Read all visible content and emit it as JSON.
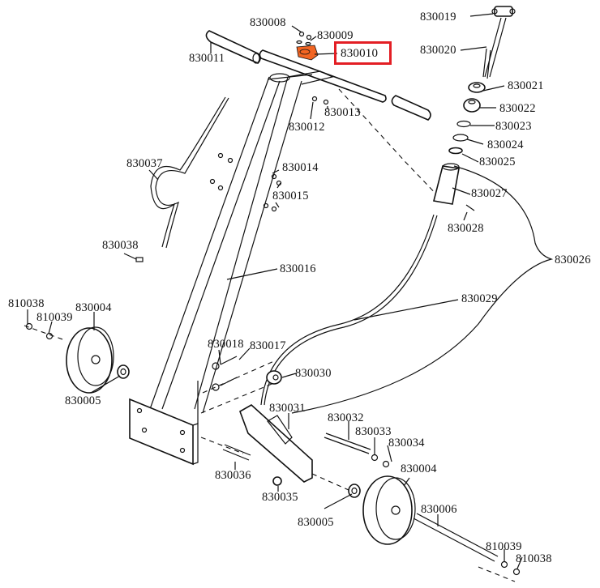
{
  "diagram": {
    "title": "",
    "highlight": {
      "part": "830010",
      "box_color": "#e31e24",
      "part_fill_color": "#f26522"
    },
    "labels": {
      "p830008": "830008",
      "p830009": "830009",
      "p830010": "830010",
      "p830011": "830011",
      "p830012": "830012",
      "p830013": "830013",
      "p830014": "830014",
      "p830015": "830015",
      "p830016": "830016",
      "p830017": "830017",
      "p830018": "830018",
      "p830019": "830019",
      "p830020": "830020",
      "p830021": "830021",
      "p830022": "830022",
      "p830023": "830023",
      "p830024": "830024",
      "p830025": "830025",
      "p830026": "830026",
      "p830027": "830027",
      "p830028": "830028",
      "p830029": "830029",
      "p830030": "830030",
      "p830031": "830031",
      "p830032": "830032",
      "p830033": "830033",
      "p830034": "830034",
      "p830035": "830035",
      "p830036": "830036",
      "p830037": "830037",
      "p830038": "830038",
      "left_810038": "810038",
      "left_810039": "810039",
      "left_830004": "830004",
      "left_830005": "830005",
      "right_830004": "830004",
      "right_830005": "830005",
      "right_830006": "830006",
      "right_810039": "810039",
      "right_810038": "810038"
    }
  }
}
